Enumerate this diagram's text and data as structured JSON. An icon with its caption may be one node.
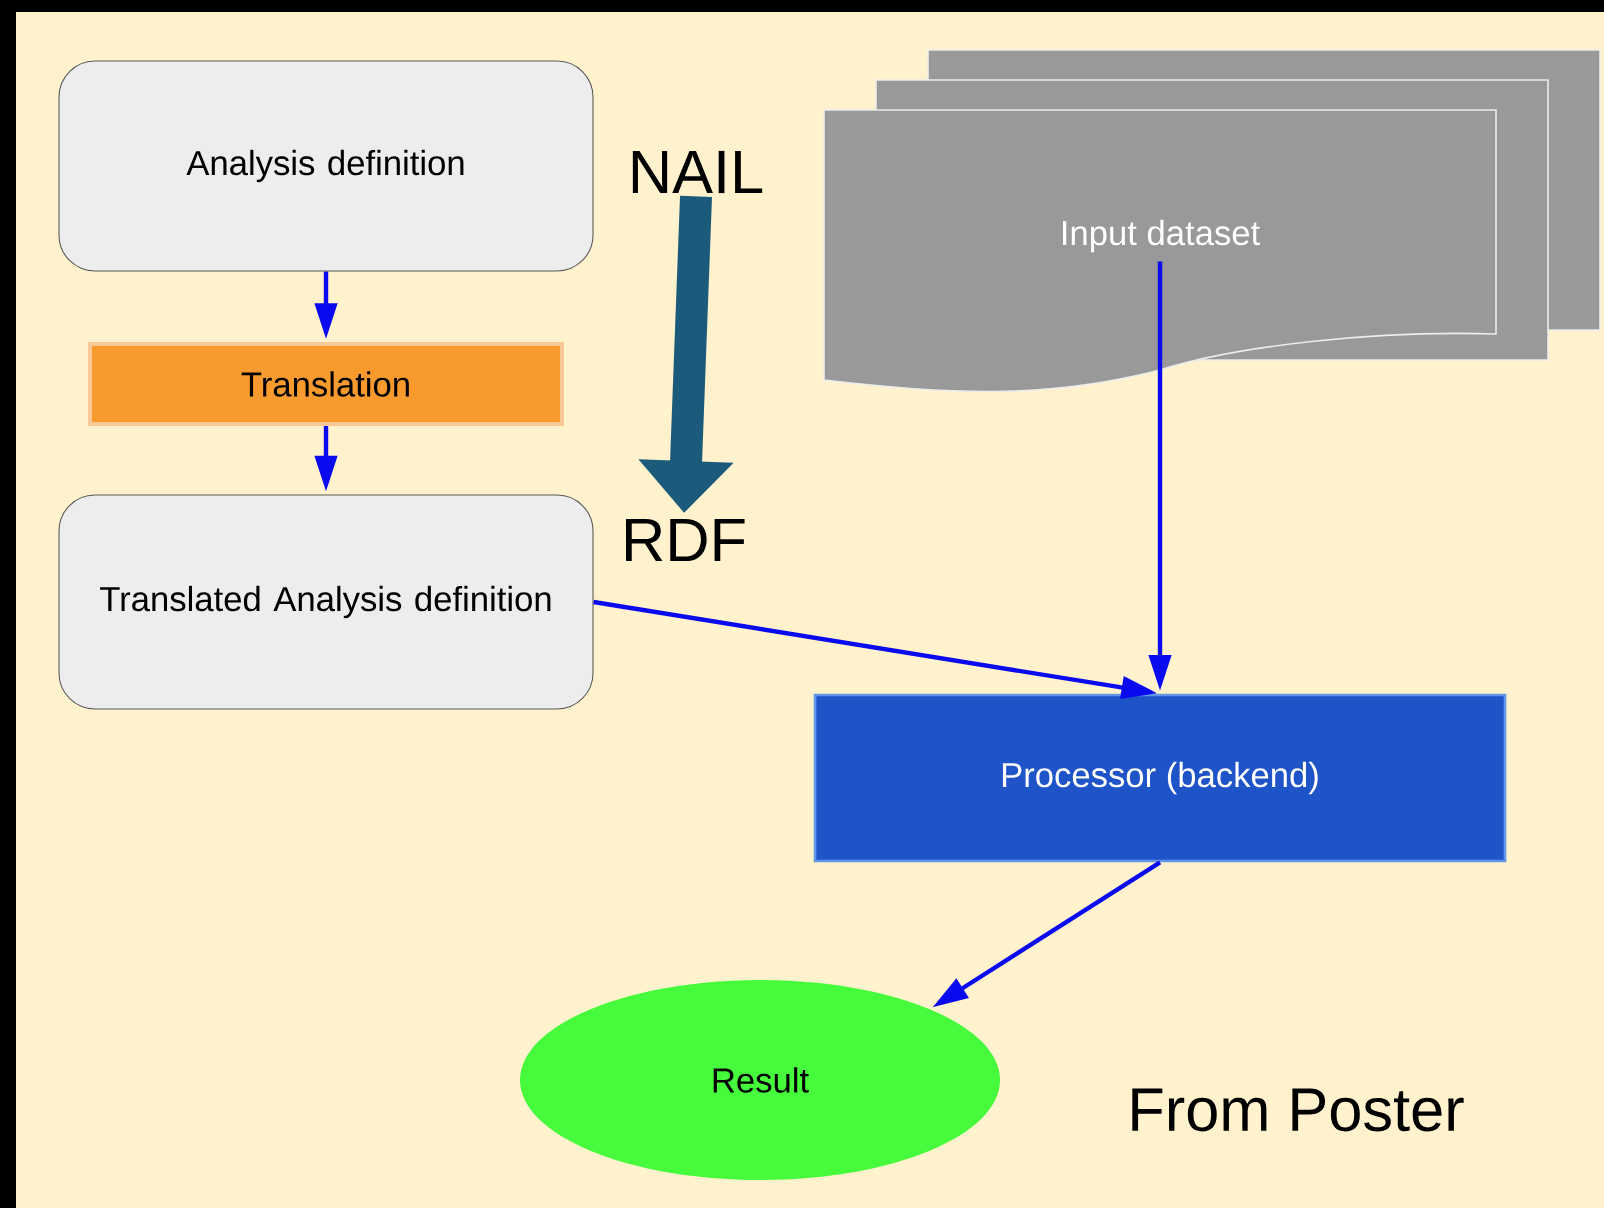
{
  "diagram": {
    "nodes": [
      {
        "text": [
          "Analysis definition"
        ]
      },
      {
        "text": [
          "NAIL"
        ]
      },
      {
        "text": [
          "Input dataset"
        ]
      },
      {
        "text": [
          "Translation"
        ]
      },
      {
        "text": [
          "RDF"
        ]
      },
      {
        "text": [
          "Translated Analysis definition"
        ]
      },
      {
        "text": [
          "Processor (backend)"
        ]
      },
      {
        "text": [
          "Result"
        ]
      }
    ],
    "edges": [
      {
        "from": 0,
        "to": 3,
        "arrow": "to"
      },
      {
        "from": 3,
        "to": 5,
        "arrow": "to"
      },
      {
        "from": 1,
        "to": 4,
        "arrow": "to",
        "style": "thick",
        "color": "#1b5a7a"
      },
      {
        "from": 5,
        "to": 6,
        "arrow": "to"
      },
      {
        "from": 2,
        "to": 6,
        "arrow": "to"
      },
      {
        "from": 6,
        "to": 7,
        "arrow": "to"
      }
    ],
    "labels": [
      "From Poster"
    ]
  }
}
